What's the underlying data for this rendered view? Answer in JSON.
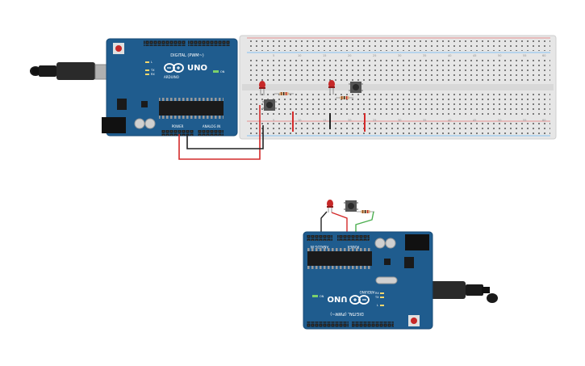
{
  "canvas": {
    "background": "#ffffff"
  },
  "colors": {
    "board": "#1f5c8e",
    "board_edge": "#174a75",
    "breadboard": "#e6e6e6",
    "wire_red": "#d42a2a",
    "wire_black": "#222222",
    "wire_green": "#4caf50",
    "led_red": "#c62828",
    "usb": "#1a1a1a",
    "plug_metal": "#b0b0b0"
  },
  "boards": [
    {
      "id": "uno-1",
      "brand": "ARDUINO",
      "model": "UNO",
      "digital_label": "DIGITAL (PWM~)",
      "analog_label": "ANALOG IN",
      "power_label": "POWER",
      "tx_label": "TX",
      "rx_label": "RX",
      "l_label": "L",
      "on_label": "ON"
    },
    {
      "id": "uno-2",
      "brand": "ARDUINO",
      "model": "UNO",
      "digital_label": "DIGITAL (PWM~)",
      "analog_label": "ANALOG IN",
      "power_label": "POWER",
      "tx_label": "TX",
      "rx_label": "RX",
      "l_label": "L",
      "on_label": "ON"
    }
  ],
  "breadboard": {
    "top_numbers": [
      "5",
      "10",
      "15",
      "20",
      "25",
      "30",
      "35",
      "40",
      "45",
      "50",
      "55",
      "60"
    ],
    "bottom_numbers": [
      "5",
      "10",
      "15",
      "20",
      "25",
      "30",
      "35",
      "40",
      "45",
      "50",
      "55",
      "60"
    ]
  },
  "components": [
    {
      "type": "led",
      "color": "red"
    },
    {
      "type": "led",
      "color": "red"
    },
    {
      "type": "led",
      "color": "red"
    },
    {
      "type": "resistor"
    },
    {
      "type": "resistor"
    },
    {
      "type": "resistor"
    },
    {
      "type": "pushbutton"
    },
    {
      "type": "pushbutton"
    },
    {
      "type": "pushbutton"
    }
  ]
}
